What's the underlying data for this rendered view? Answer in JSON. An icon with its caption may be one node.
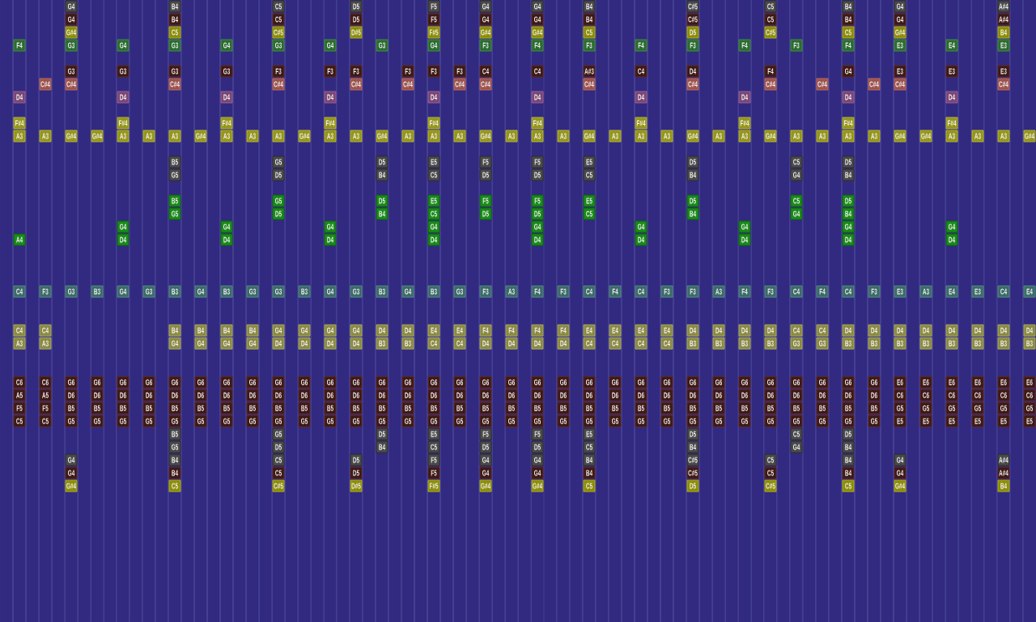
{
  "diagram": {
    "nodes": [
      {
        "text": [
          "G4"
        ]
      },
      {
        "text": [
          "B4"
        ]
      },
      {
        "text": [
          "C5"
        ]
      },
      {
        "text": [
          "D5"
        ]
      },
      {
        "text": [
          "F5"
        ]
      },
      {
        "text": [
          "G4"
        ]
      },
      {
        "text": [
          "G4"
        ]
      },
      {
        "text": [
          "B4"
        ]
      },
      {
        "text": [
          "C#5"
        ]
      },
      {
        "text": [
          "C5"
        ]
      },
      {
        "text": [
          "B4"
        ]
      },
      {
        "text": [
          "G4"
        ]
      },
      {
        "text": [
          "A#4"
        ]
      },
      {
        "text": [
          "G4"
        ]
      },
      {
        "text": [
          "B4"
        ]
      },
      {
        "text": [
          "C5"
        ]
      },
      {
        "text": [
          "D5"
        ]
      },
      {
        "text": [
          "F5"
        ]
      },
      {
        "text": [
          "G4"
        ]
      },
      {
        "text": [
          "G4"
        ]
      },
      {
        "text": [
          "B4"
        ]
      },
      {
        "text": [
          "C#5"
        ]
      },
      {
        "text": [
          "C5"
        ]
      },
      {
        "text": [
          "B4"
        ]
      },
      {
        "text": [
          "G4"
        ]
      },
      {
        "text": [
          "A#4"
        ]
      },
      {
        "text": [
          "G#4"
        ]
      },
      {
        "text": [
          "C5"
        ]
      },
      {
        "text": [
          "C#5"
        ]
      },
      {
        "text": [
          "D#5"
        ]
      },
      {
        "text": [
          "F#5"
        ]
      },
      {
        "text": [
          "G#4"
        ]
      },
      {
        "text": [
          "G#4"
        ]
      },
      {
        "text": [
          "C5"
        ]
      },
      {
        "text": [
          "D5"
        ]
      },
      {
        "text": [
          "C#5"
        ]
      },
      {
        "text": [
          "C5"
        ]
      },
      {
        "text": [
          "G#4"
        ]
      },
      {
        "text": [
          "B4"
        ]
      },
      {
        "text": [
          "F4"
        ]
      },
      {
        "text": [
          "G3"
        ]
      },
      {
        "text": [
          "G4"
        ]
      },
      {
        "text": [
          "G3"
        ]
      },
      {
        "text": [
          "G4"
        ]
      },
      {
        "text": [
          "G3"
        ]
      },
      {
        "text": [
          "G4"
        ]
      },
      {
        "text": [
          "G3"
        ]
      },
      {
        "text": [
          "G4"
        ]
      },
      {
        "text": [
          "F3"
        ]
      },
      {
        "text": [
          "F4"
        ]
      },
      {
        "text": [
          "F3"
        ]
      },
      {
        "text": [
          "F4"
        ]
      },
      {
        "text": [
          "F3"
        ]
      },
      {
        "text": [
          "F4"
        ]
      },
      {
        "text": [
          "F3"
        ]
      },
      {
        "text": [
          "F4"
        ]
      },
      {
        "text": [
          "E3"
        ]
      },
      {
        "text": [
          "E4"
        ]
      },
      {
        "text": [
          "E3"
        ]
      },
      {
        "text": [
          "G3"
        ]
      },
      {
        "text": [
          "G3"
        ]
      },
      {
        "text": [
          "G3"
        ]
      },
      {
        "text": [
          "G3"
        ]
      },
      {
        "text": [
          "F3"
        ]
      },
      {
        "text": [
          "F3"
        ]
      },
      {
        "text": [
          "F3"
        ]
      },
      {
        "text": [
          "F3"
        ]
      },
      {
        "text": [
          "F3"
        ]
      },
      {
        "text": [
          "F3"
        ]
      },
      {
        "text": [
          "C4"
        ]
      },
      {
        "text": [
          "C4"
        ]
      },
      {
        "text": [
          "A#3"
        ]
      },
      {
        "text": [
          "C4"
        ]
      },
      {
        "text": [
          "D4"
        ]
      },
      {
        "text": [
          "F4"
        ]
      },
      {
        "text": [
          "G4"
        ]
      },
      {
        "text": [
          "E3"
        ]
      },
      {
        "text": [
          "E3"
        ]
      },
      {
        "text": [
          "E3"
        ]
      },
      {
        "text": [
          "C#4"
        ]
      },
      {
        "text": [
          "C#4"
        ]
      },
      {
        "text": [
          "C#4"
        ]
      },
      {
        "text": [
          "C#4"
        ]
      },
      {
        "text": [
          "C#4"
        ]
      },
      {
        "text": [
          "C#4"
        ]
      },
      {
        "text": [
          "C#4"
        ]
      },
      {
        "text": [
          "C#4"
        ]
      },
      {
        "text": [
          "C#4"
        ]
      },
      {
        "text": [
          "C#4"
        ]
      },
      {
        "text": [
          "C#4"
        ]
      },
      {
        "text": [
          "C#4"
        ]
      },
      {
        "text": [
          "C#4"
        ]
      },
      {
        "text": [
          "C#4"
        ]
      },
      {
        "text": [
          "C#4"
        ]
      },
      {
        "text": [
          "D4"
        ]
      },
      {
        "text": [
          "D4"
        ]
      },
      {
        "text": [
          "D4"
        ]
      },
      {
        "text": [
          "D4"
        ]
      },
      {
        "text": [
          "D4"
        ]
      },
      {
        "text": [
          "D4"
        ]
      },
      {
        "text": [
          "D4"
        ]
      },
      {
        "text": [
          "D4"
        ]
      },
      {
        "text": [
          "D4"
        ]
      },
      {
        "text": [
          "D4"
        ]
      },
      {
        "text": [
          "F#4"
        ]
      },
      {
        "text": [
          "F#4"
        ]
      },
      {
        "text": [
          "F#4"
        ]
      },
      {
        "text": [
          "F#4"
        ]
      },
      {
        "text": [
          "F#4"
        ]
      },
      {
        "text": [
          "F#4"
        ]
      },
      {
        "text": [
          "F#4"
        ]
      },
      {
        "text": [
          "F#4"
        ]
      },
      {
        "text": [
          "F#4"
        ]
      },
      {
        "text": [
          "F#4"
        ]
      },
      {
        "text": [
          "A3"
        ]
      },
      {
        "text": [
          "A3"
        ]
      },
      {
        "text": [
          "G#4"
        ]
      },
      {
        "text": [
          "G#4"
        ]
      },
      {
        "text": [
          "A3"
        ]
      },
      {
        "text": [
          "A3"
        ]
      },
      {
        "text": [
          "A3"
        ]
      },
      {
        "text": [
          "G#4"
        ]
      },
      {
        "text": [
          "A3"
        ]
      },
      {
        "text": [
          "A3"
        ]
      },
      {
        "text": [
          "A3"
        ]
      },
      {
        "text": [
          "G#4"
        ]
      },
      {
        "text": [
          "A3"
        ]
      },
      {
        "text": [
          "A3"
        ]
      },
      {
        "text": [
          "G#4"
        ]
      },
      {
        "text": [
          "A3"
        ]
      },
      {
        "text": [
          "A3"
        ]
      },
      {
        "text": [
          "A3"
        ]
      },
      {
        "text": [
          "G#4"
        ]
      },
      {
        "text": [
          "A3"
        ]
      },
      {
        "text": [
          "A3"
        ]
      },
      {
        "text": [
          "A3"
        ]
      },
      {
        "text": [
          "G#4"
        ]
      },
      {
        "text": [
          "A3"
        ]
      },
      {
        "text": [
          "A3"
        ]
      },
      {
        "text": [
          "A3"
        ]
      },
      {
        "text": [
          "G#4"
        ]
      },
      {
        "text": [
          "A3"
        ]
      },
      {
        "text": [
          "A3"
        ]
      },
      {
        "text": [
          "G#4"
        ]
      },
      {
        "text": [
          "A3"
        ]
      },
      {
        "text": [
          "A3"
        ]
      },
      {
        "text": [
          "A3"
        ]
      },
      {
        "text": [
          "A3"
        ]
      },
      {
        "text": [
          "G#4"
        ]
      },
      {
        "text": [
          "G#4"
        ]
      },
      {
        "text": [
          "A3"
        ]
      },
      {
        "text": [
          "A3"
        ]
      },
      {
        "text": [
          "A3"
        ]
      },
      {
        "text": [
          "G#4"
        ]
      },
      {
        "text": [
          "B5"
        ]
      },
      {
        "text": [
          "G5"
        ]
      },
      {
        "text": [
          "D5"
        ]
      },
      {
        "text": [
          "E5"
        ]
      },
      {
        "text": [
          "F5"
        ]
      },
      {
        "text": [
          "F5"
        ]
      },
      {
        "text": [
          "E5"
        ]
      },
      {
        "text": [
          "D5"
        ]
      },
      {
        "text": [
          "C5"
        ]
      },
      {
        "text": [
          "D5"
        ]
      },
      {
        "text": [
          "G5"
        ]
      },
      {
        "text": [
          "D5"
        ]
      },
      {
        "text": [
          "B4"
        ]
      },
      {
        "text": [
          "C5"
        ]
      },
      {
        "text": [
          "D5"
        ]
      },
      {
        "text": [
          "D5"
        ]
      },
      {
        "text": [
          "C5"
        ]
      },
      {
        "text": [
          "B4"
        ]
      },
      {
        "text": [
          "G4"
        ]
      },
      {
        "text": [
          "B4"
        ]
      },
      {
        "text": [
          "B5"
        ]
      },
      {
        "text": [
          "G5"
        ]
      },
      {
        "text": [
          "D5"
        ]
      },
      {
        "text": [
          "E5"
        ]
      },
      {
        "text": [
          "F5"
        ]
      },
      {
        "text": [
          "F5"
        ]
      },
      {
        "text": [
          "E5"
        ]
      },
      {
        "text": [
          "D5"
        ]
      },
      {
        "text": [
          "C5"
        ]
      },
      {
        "text": [
          "D5"
        ]
      },
      {
        "text": [
          "G5"
        ]
      },
      {
        "text": [
          "D5"
        ]
      },
      {
        "text": [
          "B4"
        ]
      },
      {
        "text": [
          "C5"
        ]
      },
      {
        "text": [
          "D5"
        ]
      },
      {
        "text": [
          "D5"
        ]
      },
      {
        "text": [
          "C5"
        ]
      },
      {
        "text": [
          "B4"
        ]
      },
      {
        "text": [
          "G4"
        ]
      },
      {
        "text": [
          "B4"
        ]
      },
      {
        "text": [
          "G4"
        ]
      },
      {
        "text": [
          "G4"
        ]
      },
      {
        "text": [
          "G4"
        ]
      },
      {
        "text": [
          "G4"
        ]
      },
      {
        "text": [
          "G4"
        ]
      },
      {
        "text": [
          "G4"
        ]
      },
      {
        "text": [
          "G4"
        ]
      },
      {
        "text": [
          "G4"
        ]
      },
      {
        "text": [
          "G4"
        ]
      },
      {
        "text": [
          "A4"
        ]
      },
      {
        "text": [
          "D4"
        ]
      },
      {
        "text": [
          "D4"
        ]
      },
      {
        "text": [
          "D4"
        ]
      },
      {
        "text": [
          "D4"
        ]
      },
      {
        "text": [
          "D4"
        ]
      },
      {
        "text": [
          "D4"
        ]
      },
      {
        "text": [
          "D4"
        ]
      },
      {
        "text": [
          "D4"
        ]
      },
      {
        "text": [
          "D4"
        ]
      },
      {
        "text": [
          "C4"
        ]
      },
      {
        "text": [
          "F3"
        ]
      },
      {
        "text": [
          "G3"
        ]
      },
      {
        "text": [
          "B3"
        ]
      },
      {
        "text": [
          "G4"
        ]
      },
      {
        "text": [
          "G3"
        ]
      },
      {
        "text": [
          "B3"
        ]
      },
      {
        "text": [
          "G4"
        ]
      },
      {
        "text": [
          "B3"
        ]
      },
      {
        "text": [
          "G3"
        ]
      },
      {
        "text": [
          "G3"
        ]
      },
      {
        "text": [
          "B3"
        ]
      },
      {
        "text": [
          "G4"
        ]
      },
      {
        "text": [
          "G3"
        ]
      },
      {
        "text": [
          "B3"
        ]
      },
      {
        "text": [
          "G4"
        ]
      },
      {
        "text": [
          "B3"
        ]
      },
      {
        "text": [
          "G3"
        ]
      },
      {
        "text": [
          "F3"
        ]
      },
      {
        "text": [
          "A3"
        ]
      },
      {
        "text": [
          "F4"
        ]
      },
      {
        "text": [
          "F3"
        ]
      },
      {
        "text": [
          "C4"
        ]
      },
      {
        "text": [
          "F4"
        ]
      },
      {
        "text": [
          "C4"
        ]
      },
      {
        "text": [
          "F3"
        ]
      },
      {
        "text": [
          "F3"
        ]
      },
      {
        "text": [
          "A3"
        ]
      },
      {
        "text": [
          "F4"
        ]
      },
      {
        "text": [
          "F3"
        ]
      },
      {
        "text": [
          "C4"
        ]
      },
      {
        "text": [
          "F4"
        ]
      },
      {
        "text": [
          "C4"
        ]
      },
      {
        "text": [
          "F3"
        ]
      },
      {
        "text": [
          "E3"
        ]
      },
      {
        "text": [
          "A3"
        ]
      },
      {
        "text": [
          "E4"
        ]
      },
      {
        "text": [
          "E3"
        ]
      },
      {
        "text": [
          "C4"
        ]
      },
      {
        "text": [
          "E4"
        ]
      },
      {
        "text": [
          "C4"
        ]
      },
      {
        "text": [
          "C4"
        ]
      },
      {
        "text": [
          "B4"
        ]
      },
      {
        "text": [
          "B4"
        ]
      },
      {
        "text": [
          "B4"
        ]
      },
      {
        "text": [
          "B4"
        ]
      },
      {
        "text": [
          "G4"
        ]
      },
      {
        "text": [
          "G4"
        ]
      },
      {
        "text": [
          "G4"
        ]
      },
      {
        "text": [
          "G4"
        ]
      },
      {
        "text": [
          "D4"
        ]
      },
      {
        "text": [
          "D4"
        ]
      },
      {
        "text": [
          "E4"
        ]
      },
      {
        "text": [
          "E4"
        ]
      },
      {
        "text": [
          "F4"
        ]
      },
      {
        "text": [
          "F4"
        ]
      },
      {
        "text": [
          "F4"
        ]
      },
      {
        "text": [
          "F4"
        ]
      },
      {
        "text": [
          "E4"
        ]
      },
      {
        "text": [
          "E4"
        ]
      },
      {
        "text": [
          "E4"
        ]
      },
      {
        "text": [
          "E4"
        ]
      },
      {
        "text": [
          "D4"
        ]
      },
      {
        "text": [
          "D4"
        ]
      },
      {
        "text": [
          "D4"
        ]
      },
      {
        "text": [
          "D4"
        ]
      },
      {
        "text": [
          "C4"
        ]
      },
      {
        "text": [
          "C4"
        ]
      },
      {
        "text": [
          "D4"
        ]
      },
      {
        "text": [
          "D4"
        ]
      },
      {
        "text": [
          "D4"
        ]
      },
      {
        "text": [
          "D4"
        ]
      },
      {
        "text": [
          "D4"
        ]
      },
      {
        "text": [
          "D4"
        ]
      },
      {
        "text": [
          "D4"
        ]
      },
      {
        "text": [
          "D4"
        ]
      },
      {
        "text": [
          "A3"
        ]
      },
      {
        "text": [
          "A3"
        ]
      },
      {
        "text": [
          "G4"
        ]
      },
      {
        "text": [
          "G4"
        ]
      },
      {
        "text": [
          "G4"
        ]
      },
      {
        "text": [
          "G4"
        ]
      },
      {
        "text": [
          "D4"
        ]
      },
      {
        "text": [
          "D4"
        ]
      },
      {
        "text": [
          "D4"
        ]
      },
      {
        "text": [
          "D4"
        ]
      },
      {
        "text": [
          "B3"
        ]
      },
      {
        "text": [
          "B3"
        ]
      },
      {
        "text": [
          "C4"
        ]
      },
      {
        "text": [
          "C4"
        ]
      },
      {
        "text": [
          "D4"
        ]
      },
      {
        "text": [
          "D4"
        ]
      },
      {
        "text": [
          "D4"
        ]
      },
      {
        "text": [
          "D4"
        ]
      },
      {
        "text": [
          "C4"
        ]
      },
      {
        "text": [
          "C4"
        ]
      },
      {
        "text": [
          "C4"
        ]
      },
      {
        "text": [
          "C4"
        ]
      },
      {
        "text": [
          "B3"
        ]
      },
      {
        "text": [
          "B3"
        ]
      },
      {
        "text": [
          "B3"
        ]
      },
      {
        "text": [
          "B3"
        ]
      },
      {
        "text": [
          "G3"
        ]
      },
      {
        "text": [
          "G3"
        ]
      },
      {
        "text": [
          "B3"
        ]
      },
      {
        "text": [
          "B3"
        ]
      },
      {
        "text": [
          "B3"
        ]
      },
      {
        "text": [
          "B3"
        ]
      },
      {
        "text": [
          "B3"
        ]
      },
      {
        "text": [
          "B3"
        ]
      },
      {
        "text": [
          "B3"
        ]
      },
      {
        "text": [
          "B3"
        ]
      },
      {
        "text": [
          "C6"
        ]
      },
      {
        "text": [
          "C6"
        ]
      },
      {
        "text": [
          "G6"
        ]
      },
      {
        "text": [
          "G6"
        ]
      },
      {
        "text": [
          "G6"
        ]
      },
      {
        "text": [
          "G6"
        ]
      },
      {
        "text": [
          "G6"
        ]
      },
      {
        "text": [
          "G6"
        ]
      },
      {
        "text": [
          "G6"
        ]
      },
      {
        "text": [
          "G6"
        ]
      },
      {
        "text": [
          "G6"
        ]
      },
      {
        "text": [
          "G6"
        ]
      },
      {
        "text": [
          "G6"
        ]
      },
      {
        "text": [
          "G6"
        ]
      },
      {
        "text": [
          "G6"
        ]
      },
      {
        "text": [
          "G6"
        ]
      },
      {
        "text": [
          "G6"
        ]
      },
      {
        "text": [
          "G6"
        ]
      },
      {
        "text": [
          "G6"
        ]
      },
      {
        "text": [
          "G6"
        ]
      },
      {
        "text": [
          "G6"
        ]
      },
      {
        "text": [
          "G6"
        ]
      },
      {
        "text": [
          "G6"
        ]
      },
      {
        "text": [
          "G6"
        ]
      },
      {
        "text": [
          "G6"
        ]
      },
      {
        "text": [
          "G6"
        ]
      },
      {
        "text": [
          "G6"
        ]
      },
      {
        "text": [
          "G6"
        ]
      },
      {
        "text": [
          "G6"
        ]
      },
      {
        "text": [
          "G6"
        ]
      },
      {
        "text": [
          "G6"
        ]
      },
      {
        "text": [
          "G6"
        ]
      },
      {
        "text": [
          "G6"
        ]
      },
      {
        "text": [
          "G6"
        ]
      },
      {
        "text": [
          "E6"
        ]
      },
      {
        "text": [
          "E6"
        ]
      },
      {
        "text": [
          "E6"
        ]
      },
      {
        "text": [
          "E6"
        ]
      },
      {
        "text": [
          "E6"
        ]
      },
      {
        "text": [
          "E6"
        ]
      },
      {
        "text": [
          "A5"
        ]
      },
      {
        "text": [
          "A5"
        ]
      },
      {
        "text": [
          "D6"
        ]
      },
      {
        "text": [
          "D6"
        ]
      },
      {
        "text": [
          "D6"
        ]
      },
      {
        "text": [
          "D6"
        ]
      },
      {
        "text": [
          "D6"
        ]
      },
      {
        "text": [
          "D6"
        ]
      },
      {
        "text": [
          "D6"
        ]
      },
      {
        "text": [
          "D6"
        ]
      },
      {
        "text": [
          "D6"
        ]
      },
      {
        "text": [
          "D6"
        ]
      },
      {
        "text": [
          "D6"
        ]
      },
      {
        "text": [
          "D6"
        ]
      },
      {
        "text": [
          "D6"
        ]
      },
      {
        "text": [
          "D6"
        ]
      },
      {
        "text": [
          "D6"
        ]
      },
      {
        "text": [
          "D6"
        ]
      },
      {
        "text": [
          "D6"
        ]
      },
      {
        "text": [
          "D6"
        ]
      },
      {
        "text": [
          "D6"
        ]
      },
      {
        "text": [
          "D6"
        ]
      },
      {
        "text": [
          "D6"
        ]
      },
      {
        "text": [
          "D6"
        ]
      },
      {
        "text": [
          "D6"
        ]
      },
      {
        "text": [
          "D6"
        ]
      },
      {
        "text": [
          "D6"
        ]
      },
      {
        "text": [
          "D6"
        ]
      },
      {
        "text": [
          "D6"
        ]
      },
      {
        "text": [
          "D6"
        ]
      },
      {
        "text": [
          "D6"
        ]
      },
      {
        "text": [
          "D6"
        ]
      },
      {
        "text": [
          "D6"
        ]
      },
      {
        "text": [
          "D6"
        ]
      },
      {
        "text": [
          "C6"
        ]
      },
      {
        "text": [
          "C6"
        ]
      },
      {
        "text": [
          "C6"
        ]
      },
      {
        "text": [
          "C6"
        ]
      },
      {
        "text": [
          "C6"
        ]
      },
      {
        "text": [
          "C6"
        ]
      },
      {
        "text": [
          "F5"
        ]
      },
      {
        "text": [
          "F5"
        ]
      },
      {
        "text": [
          "B5"
        ]
      },
      {
        "text": [
          "B5"
        ]
      },
      {
        "text": [
          "B5"
        ]
      },
      {
        "text": [
          "B5"
        ]
      },
      {
        "text": [
          "B5"
        ]
      },
      {
        "text": [
          "B5"
        ]
      },
      {
        "text": [
          "B5"
        ]
      },
      {
        "text": [
          "B5"
        ]
      },
      {
        "text": [
          "B5"
        ]
      },
      {
        "text": [
          "B5"
        ]
      },
      {
        "text": [
          "B5"
        ]
      },
      {
        "text": [
          "B5"
        ]
      },
      {
        "text": [
          "B5"
        ]
      },
      {
        "text": [
          "B5"
        ]
      },
      {
        "text": [
          "B5"
        ]
      },
      {
        "text": [
          "B5"
        ]
      },
      {
        "text": [
          "B5"
        ]
      },
      {
        "text": [
          "B5"
        ]
      },
      {
        "text": [
          "B5"
        ]
      },
      {
        "text": [
          "B5"
        ]
      },
      {
        "text": [
          "B5"
        ]
      },
      {
        "text": [
          "B5"
        ]
      },
      {
        "text": [
          "B5"
        ]
      },
      {
        "text": [
          "B5"
        ]
      },
      {
        "text": [
          "B5"
        ]
      },
      {
        "text": [
          "B5"
        ]
      },
      {
        "text": [
          "B5"
        ]
      },
      {
        "text": [
          "B5"
        ]
      },
      {
        "text": [
          "B5"
        ]
      },
      {
        "text": [
          "B5"
        ]
      },
      {
        "text": [
          "B5"
        ]
      },
      {
        "text": [
          "B5"
        ]
      },
      {
        "text": [
          "G5"
        ]
      },
      {
        "text": [
          "G5"
        ]
      },
      {
        "text": [
          "G5"
        ]
      },
      {
        "text": [
          "G5"
        ]
      },
      {
        "text": [
          "G5"
        ]
      },
      {
        "text": [
          "G5"
        ]
      },
      {
        "text": [
          "C5"
        ]
      },
      {
        "text": [
          "C5"
        ]
      },
      {
        "text": [
          "G5"
        ]
      },
      {
        "text": [
          "G5"
        ]
      },
      {
        "text": [
          "G5"
        ]
      },
      {
        "text": [
          "G5"
        ]
      },
      {
        "text": [
          "G5"
        ]
      },
      {
        "text": [
          "G5"
        ]
      },
      {
        "text": [
          "G5"
        ]
      },
      {
        "text": [
          "G5"
        ]
      },
      {
        "text": [
          "G5"
        ]
      },
      {
        "text": [
          "G5"
        ]
      },
      {
        "text": [
          "G5"
        ]
      },
      {
        "text": [
          "G5"
        ]
      },
      {
        "text": [
          "G5"
        ]
      },
      {
        "text": [
          "G5"
        ]
      },
      {
        "text": [
          "G5"
        ]
      },
      {
        "text": [
          "G5"
        ]
      },
      {
        "text": [
          "G5"
        ]
      },
      {
        "text": [
          "G5"
        ]
      },
      {
        "text": [
          "G5"
        ]
      },
      {
        "text": [
          "G5"
        ]
      },
      {
        "text": [
          "G5"
        ]
      },
      {
        "text": [
          "G5"
        ]
      },
      {
        "text": [
          "G5"
        ]
      },
      {
        "text": [
          "G5"
        ]
      },
      {
        "text": [
          "G5"
        ]
      },
      {
        "text": [
          "G5"
        ]
      },
      {
        "text": [
          "G5"
        ]
      },
      {
        "text": [
          "G5"
        ]
      },
      {
        "text": [
          "G5"
        ]
      },
      {
        "text": [
          "G5"
        ]
      },
      {
        "text": [
          "G5"
        ]
      },
      {
        "text": [
          "G5"
        ]
      },
      {
        "text": [
          "E5"
        ]
      },
      {
        "text": [
          "E5"
        ]
      },
      {
        "text": [
          "E5"
        ]
      },
      {
        "text": [
          "E5"
        ]
      },
      {
        "text": [
          "E5"
        ]
      },
      {
        "text": [
          "E5"
        ]
      },
      {
        "text": [
          "B5"
        ]
      },
      {
        "text": [
          "G5"
        ]
      },
      {
        "text": [
          "D5"
        ]
      },
      {
        "text": [
          "E5"
        ]
      },
      {
        "text": [
          "F5"
        ]
      },
      {
        "text": [
          "F5"
        ]
      },
      {
        "text": [
          "E5"
        ]
      },
      {
        "text": [
          "D5"
        ]
      },
      {
        "text": [
          "C5"
        ]
      },
      {
        "text": [
          "D5"
        ]
      },
      {
        "text": [
          "G5"
        ]
      },
      {
        "text": [
          "D5"
        ]
      },
      {
        "text": [
          "B4"
        ]
      },
      {
        "text": [
          "C5"
        ]
      },
      {
        "text": [
          "D5"
        ]
      },
      {
        "text": [
          "D5"
        ]
      },
      {
        "text": [
          "C5"
        ]
      },
      {
        "text": [
          "B4"
        ]
      },
      {
        "text": [
          "G4"
        ]
      },
      {
        "text": [
          "B4"
        ]
      },
      {
        "text": [
          "G4"
        ]
      },
      {
        "text": [
          "B4"
        ]
      },
      {
        "text": [
          "C5"
        ]
      },
      {
        "text": [
          "D5"
        ]
      },
      {
        "text": [
          "F5"
        ]
      },
      {
        "text": [
          "G4"
        ]
      },
      {
        "text": [
          "G4"
        ]
      },
      {
        "text": [
          "B4"
        ]
      },
      {
        "text": [
          "C#5"
        ]
      },
      {
        "text": [
          "C5"
        ]
      },
      {
        "text": [
          "B4"
        ]
      },
      {
        "text": [
          "G4"
        ]
      },
      {
        "text": [
          "A#4"
        ]
      },
      {
        "text": [
          "G4"
        ]
      },
      {
        "text": [
          "B4"
        ]
      },
      {
        "text": [
          "C5"
        ]
      },
      {
        "text": [
          "D5"
        ]
      },
      {
        "text": [
          "F5"
        ]
      },
      {
        "text": [
          "G4"
        ]
      },
      {
        "text": [
          "G4"
        ]
      },
      {
        "text": [
          "B4"
        ]
      },
      {
        "text": [
          "C#5"
        ]
      },
      {
        "text": [
          "C5"
        ]
      },
      {
        "text": [
          "B4"
        ]
      },
      {
        "text": [
          "G4"
        ]
      },
      {
        "text": [
          "A#4"
        ]
      },
      {
        "text": [
          "G#4"
        ]
      },
      {
        "text": [
          "C5"
        ]
      },
      {
        "text": [
          "C#5"
        ]
      },
      {
        "text": [
          "D#5"
        ]
      },
      {
        "text": [
          "F#5"
        ]
      },
      {
        "text": [
          "G#4"
        ]
      },
      {
        "text": [
          "G#4"
        ]
      },
      {
        "text": [
          "C5"
        ]
      },
      {
        "text": [
          "D5"
        ]
      },
      {
        "text": [
          "C#5"
        ]
      },
      {
        "text": [
          "C5"
        ]
      },
      {
        "text": [
          "G#4"
        ]
      },
      {
        "text": [
          "B4"
        ]
      }
    ]
  }
}
